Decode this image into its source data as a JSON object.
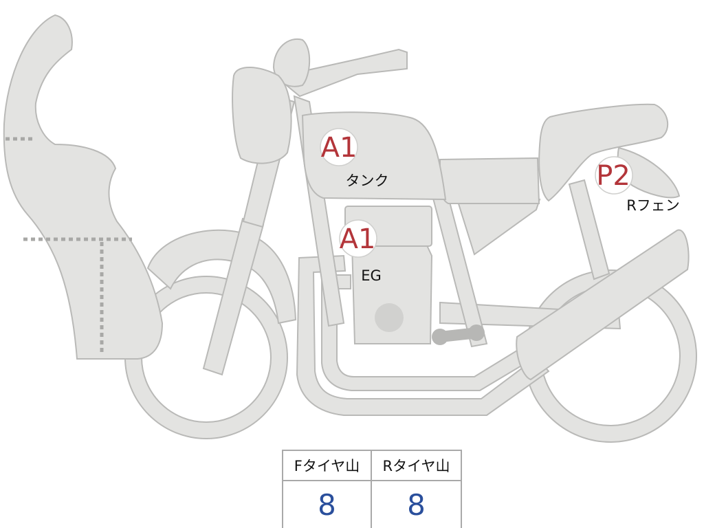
{
  "marks": [
    {
      "code": "A1",
      "label": "タンク"
    },
    {
      "code": "A1",
      "label": "EG"
    },
    {
      "code": "P2",
      "label": "Rフェン"
    }
  ],
  "tread_table": {
    "headers": [
      "Fタイヤ山",
      "Rタイヤ山"
    ],
    "values": [
      "8",
      "8"
    ]
  },
  "colors": {
    "body": "#e3e3e1",
    "outline": "#b9b9b7",
    "damage_code": "#b3353a",
    "value": "#2a4f9c"
  }
}
